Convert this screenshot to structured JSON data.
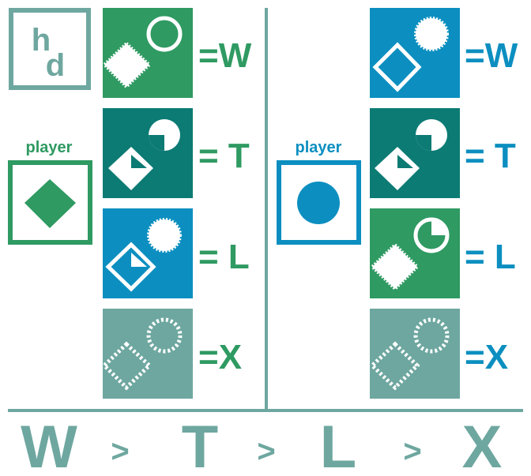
{
  "colors": {
    "green": "#2f9a62",
    "teal": "#0c7b74",
    "blue": "#0c8fc0",
    "gray": "#6ea7a0",
    "white": "#ffffff"
  },
  "logo": {
    "line1": "h",
    "line2": "d",
    "icon": "hd-logo-icon"
  },
  "left": {
    "player_label": "player",
    "player_shape": "diamond",
    "outcomes": [
      {
        "label": "=W",
        "bg": "gray-green",
        "shapes": [
          "circle-outline",
          "diamond-dotted"
        ]
      },
      {
        "label": "= T",
        "bg": "teal",
        "shapes": [
          "circle-quarter",
          "diamond-triangle"
        ]
      },
      {
        "label": "= L",
        "bg": "blue",
        "shapes": [
          "circle-dotted",
          "diamond-triangle"
        ]
      },
      {
        "label": "=X",
        "bg": "gray",
        "shapes": [
          "circle-dotted-outline",
          "diamond-dotted-outline"
        ]
      }
    ]
  },
  "right": {
    "player_label": "player",
    "player_shape": "circle",
    "outcomes": [
      {
        "label": "=W",
        "bg": "blue",
        "shapes": [
          "circle-dotted",
          "diamond-outline"
        ]
      },
      {
        "label": "= T",
        "bg": "teal",
        "shapes": [
          "circle-quarter",
          "diamond-triangle"
        ]
      },
      {
        "label": "= L",
        "bg": "green",
        "shapes": [
          "circle-quarter",
          "diamond-dotted"
        ]
      },
      {
        "label": "=X",
        "bg": "gray",
        "shapes": [
          "circle-dotted-outline",
          "diamond-dotted-outline"
        ]
      }
    ]
  },
  "ranking": [
    "W",
    ">",
    "T",
    ">",
    "L",
    ">",
    "X"
  ]
}
